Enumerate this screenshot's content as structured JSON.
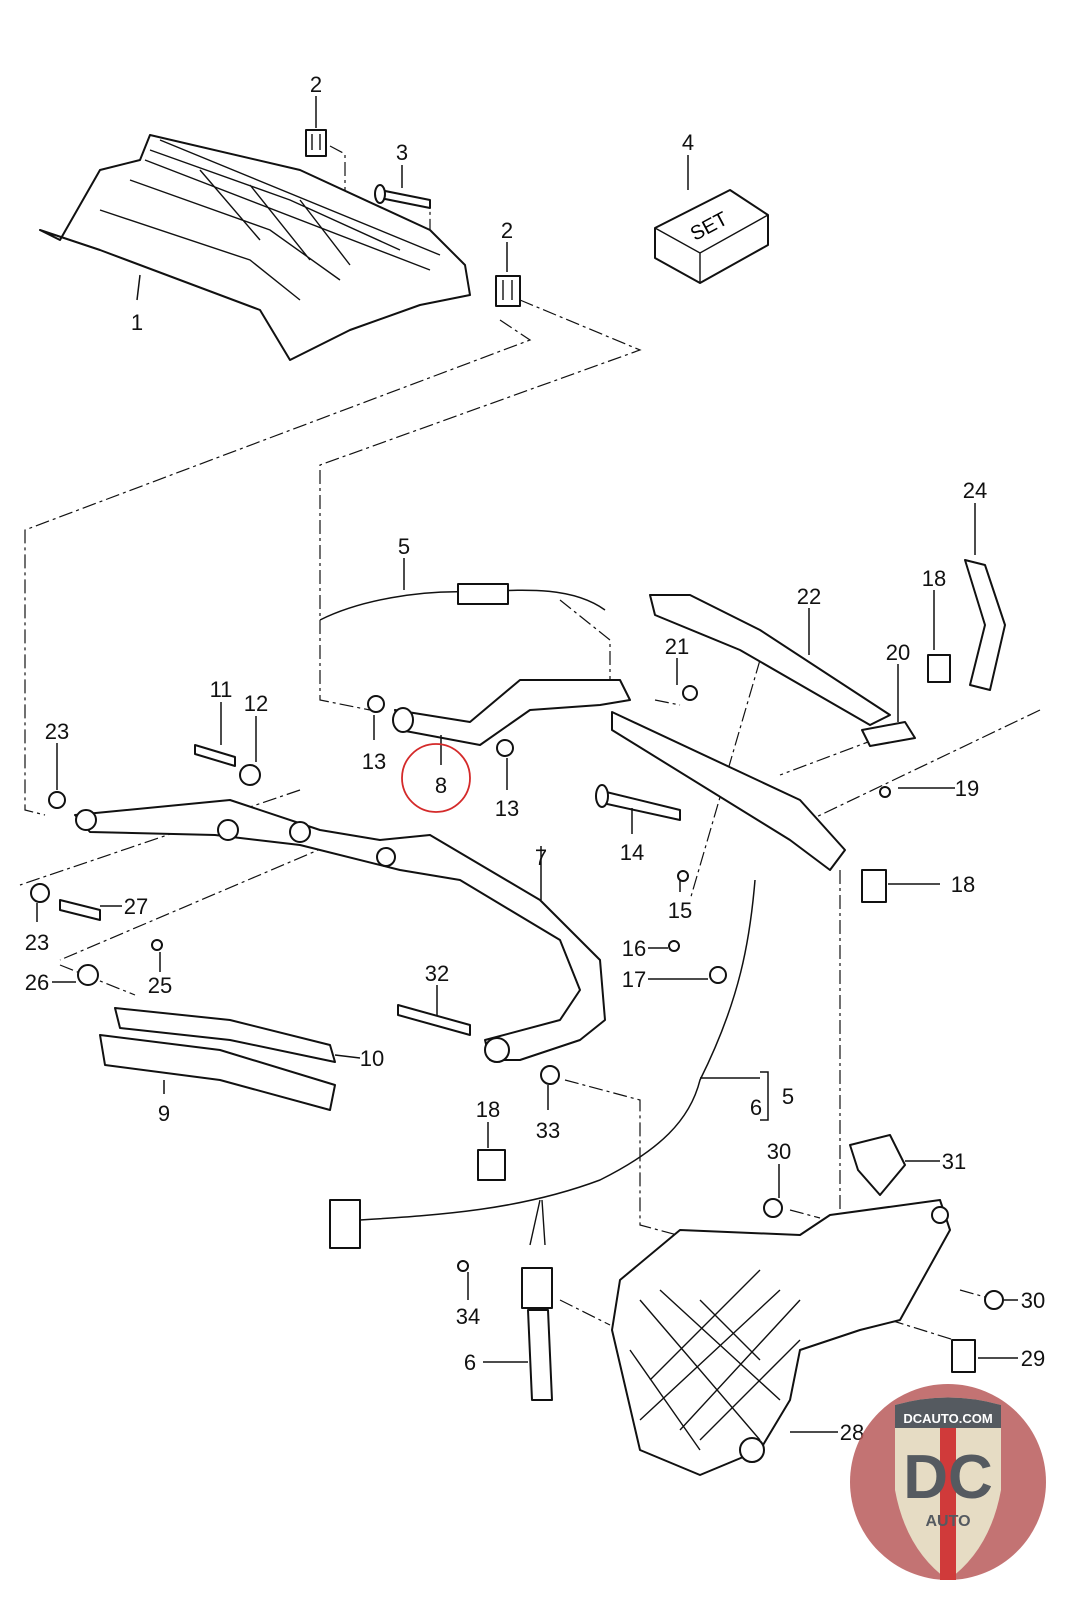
{
  "diagram": {
    "highlighted_part": "8",
    "highlight_color": "#d42a2a",
    "callouts": [
      "1",
      "2",
      "3",
      "4",
      "2",
      "5",
      "24",
      "18",
      "22",
      "21",
      "20",
      "11",
      "12",
      "23",
      "13",
      "8",
      "13",
      "19",
      "14",
      "7",
      "18",
      "15",
      "27",
      "23",
      "16",
      "25",
      "26",
      "17",
      "32",
      "10",
      "5",
      "6",
      "9",
      "18",
      "33",
      "30",
      "31",
      "34",
      "30",
      "6",
      "29",
      "28"
    ],
    "set_box_label": "SET"
  },
  "watermark": {
    "site": "DCAUTO.COM",
    "mark": "DC",
    "name": "AUTO",
    "colors": {
      "badge": "#b85a5a",
      "shield": "#e6dcc4",
      "letters": "#555a60",
      "stripe": "#d03a3a"
    }
  }
}
